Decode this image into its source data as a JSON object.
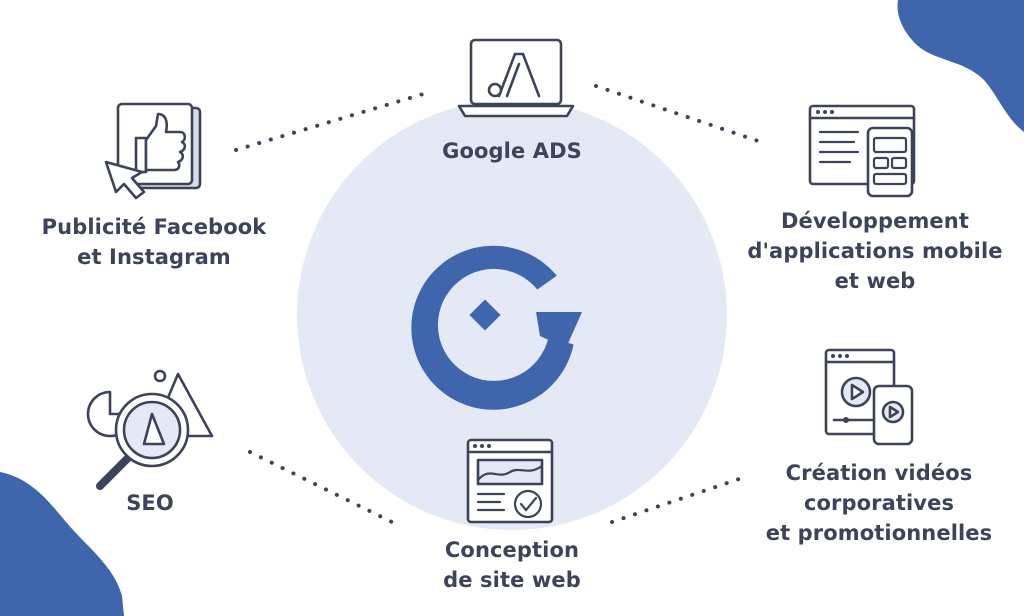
{
  "center": {
    "logo": "logo-g-icon",
    "circle_color": "#e5e8f5",
    "logo_color": "#3f66ad"
  },
  "accent_color": "#3f66ad",
  "text_color": "#3d4358",
  "services": {
    "google_ads": {
      "icon": "google-ads-laptop-icon",
      "lines": [
        "Google ADS"
      ]
    },
    "facebook": {
      "icon": "thumbs-up-click-icon",
      "lines": [
        "Publicité Facebook",
        "et Instagram"
      ]
    },
    "apps": {
      "icon": "browser-mobile-icon",
      "lines": [
        "Développement",
        "d'applications mobile",
        "et web"
      ]
    },
    "seo": {
      "icon": "magnifier-chart-icon",
      "lines": [
        "SEO"
      ]
    },
    "website": {
      "icon": "website-design-icon",
      "lines": [
        "Conception",
        "de site web"
      ]
    },
    "video": {
      "icon": "video-play-devices-icon",
      "lines": [
        "Création vidéos",
        "corporatives",
        "et promotionnelles"
      ]
    }
  }
}
